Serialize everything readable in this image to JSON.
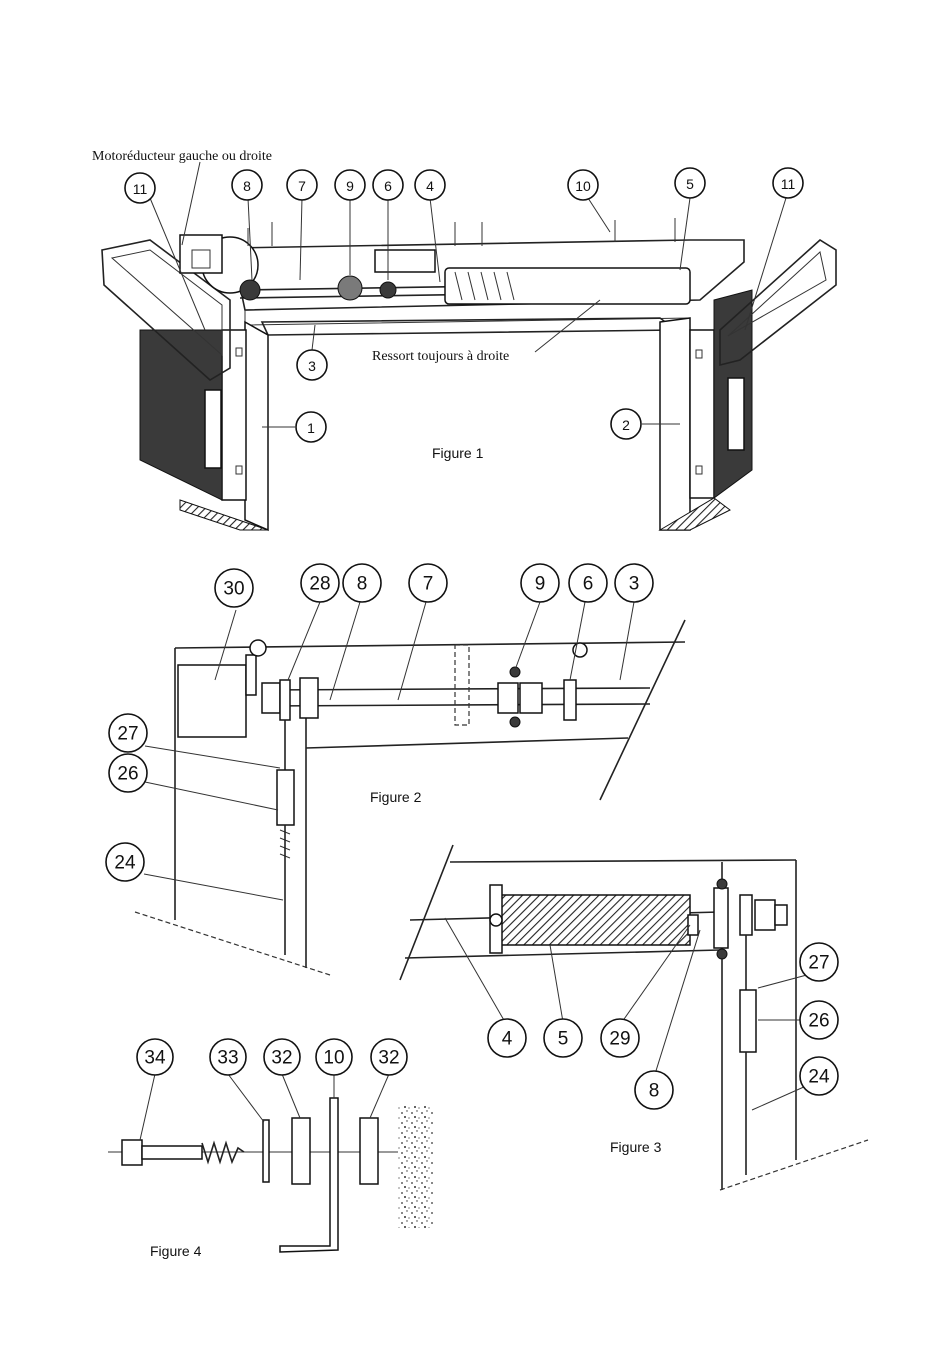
{
  "figure1": {
    "caption": "Figure 1",
    "note_motor": "Motoréducteur gauche ou droite",
    "note_spring": "Ressort toujours à droite",
    "callouts": [
      "11",
      "8",
      "7",
      "9",
      "6",
      "4",
      "10",
      "5",
      "11",
      "3",
      "1",
      "2"
    ]
  },
  "figure2": {
    "caption": "Figure 2",
    "callouts": [
      "30",
      "28",
      "8",
      "7",
      "9",
      "6",
      "3",
      "27",
      "26",
      "24"
    ]
  },
  "figure3": {
    "caption": "Figure 3",
    "callouts": [
      "27",
      "26",
      "24",
      "4",
      "5",
      "29",
      "8"
    ]
  },
  "figure4": {
    "caption": "Figure 4",
    "callouts": [
      "34",
      "33",
      "32",
      "10",
      "32"
    ]
  }
}
